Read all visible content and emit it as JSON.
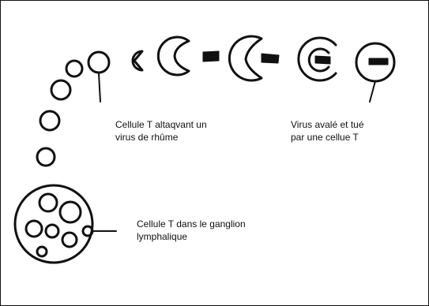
{
  "labels": {
    "attack": "Cellule T altaqvant un\nvirus de rhûme",
    "swallowed": "Virus avalé et tué\npar une cellue T",
    "lymph_node": "Cellule T dans le ganglion\nlymphalique"
  },
  "colors": {
    "ink": "#111111",
    "background": "#ffffff"
  }
}
